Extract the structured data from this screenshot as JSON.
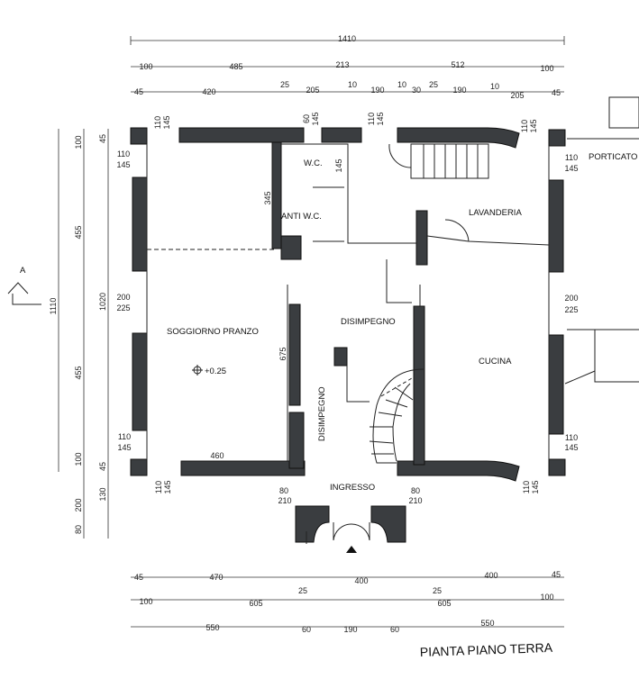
{
  "title": "PIANTA PIANO TERRA",
  "section_marker": "A",
  "elevation": "+0.25",
  "rooms": {
    "wc": "W.C.",
    "anti_wc": "ANTI W.C.",
    "lavanderia": "LAVANDERIA",
    "porticato": "PORTICATO",
    "soggiorno": "SOGGIORNO PRANZO",
    "disimpegno_1": "DISIMPEGNO",
    "disimpegno_2": "DISIMPEGNO",
    "cucina": "CUCINA",
    "ingresso": "INGRESSO"
  },
  "dims_top": {
    "row1": [
      "1410"
    ],
    "row2": [
      "100",
      "485",
      "213",
      "512",
      "100"
    ],
    "row3": [
      "45",
      "420",
      "25",
      "205",
      "10",
      "190",
      "10",
      "30",
      "25",
      "190",
      "10",
      "205",
      "45"
    ]
  },
  "dims_bottom": {
    "row1": [
      "45",
      "470",
      "25",
      "400",
      "25",
      "400",
      "45"
    ],
    "row2": [
      "100",
      "605",
      "605",
      "100"
    ],
    "row3": [
      "550",
      "60",
      "190",
      "60",
      "550"
    ]
  },
  "dims_left": {
    "outer": "1110",
    "middle": [
      "100",
      "455",
      "455",
      "100",
      "200",
      "80"
    ],
    "inner": [
      "45",
      "1020",
      "45",
      "130"
    ]
  },
  "dims_openings": {
    "top_left": [
      "110",
      "145"
    ],
    "top_mid": [
      "60",
      "145"
    ],
    "top_mid2": [
      "110",
      "145"
    ],
    "top_right": [
      "110",
      "145"
    ],
    "left_top": [
      "110",
      "145"
    ],
    "right_top": [
      "110",
      "145"
    ],
    "left_mid": [
      "200",
      "225"
    ],
    "right_mid": [
      "200",
      "225"
    ],
    "left_bot": [
      "110",
      "145"
    ],
    "right_bot": [
      "110",
      "145"
    ],
    "bot_left": [
      "110",
      "145"
    ],
    "bot_right": [
      "110",
      "145"
    ],
    "entry_left": [
      "80",
      "210"
    ],
    "entry_right": [
      "80",
      "210"
    ],
    "wc_h": "145",
    "anti_h": "345",
    "dis_h": "675",
    "wall_460": "460"
  }
}
